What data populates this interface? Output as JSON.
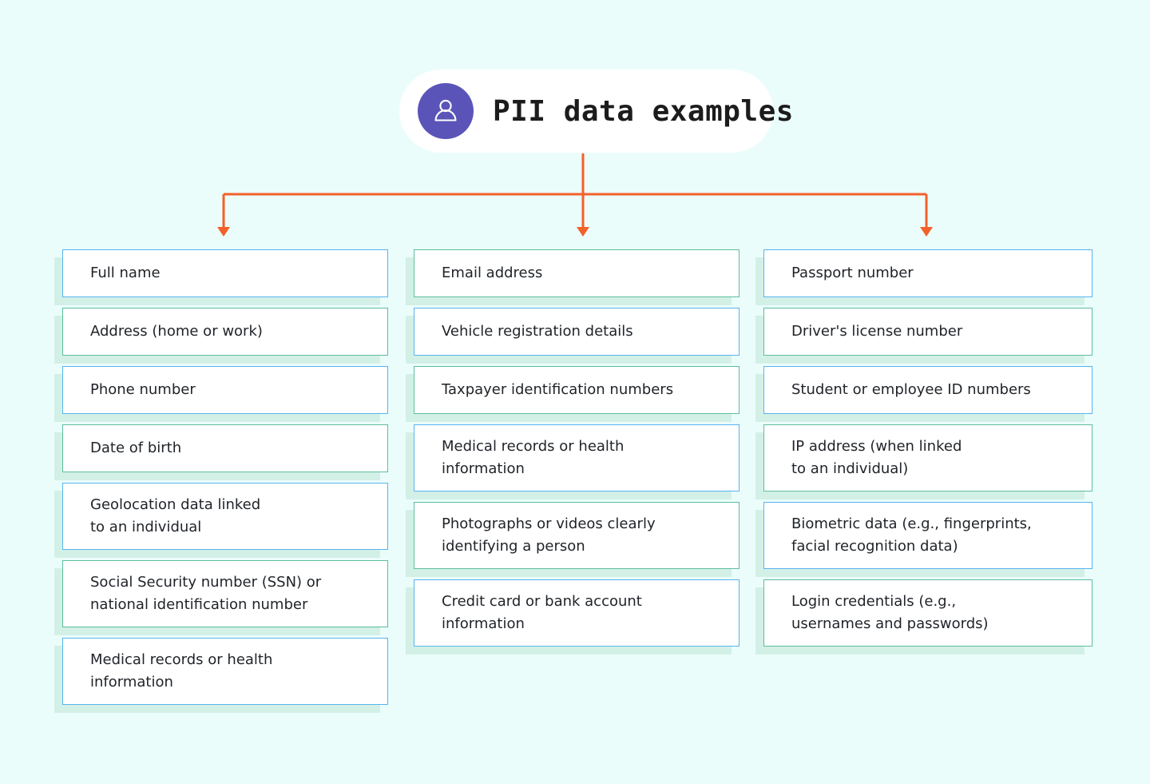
{
  "background_color": "#EBFDFB",
  "header": {
    "title": "PII data examples",
    "icon": "user-avatar-icon",
    "icon_color": "#5B54B8",
    "pill_background": "#FFFFFF",
    "title_color": "#1C1C1C"
  },
  "connectors": {
    "color": "#F4602A",
    "style": "orthogonal-tree-with-arrowheads",
    "branch_count": 3
  },
  "palette": {
    "accent_blue": "#56B4EE",
    "accent_green": "#5CBE9C",
    "card_shadow": "#D3F0E7",
    "card_background": "#FFFFFF",
    "text": "#1F2328"
  },
  "columns": [
    {
      "name": "column-1",
      "items": [
        {
          "label": "Full name",
          "accent": "blue",
          "lines": 1
        },
        {
          "label": "Address (home or work)",
          "accent": "green",
          "lines": 1
        },
        {
          "label": "Phone number",
          "accent": "blue",
          "lines": 1
        },
        {
          "label": "Date of birth",
          "accent": "green",
          "lines": 1
        },
        {
          "label": "Geolocation data linked\nto an individual",
          "accent": "blue",
          "lines": 2
        },
        {
          "label": "Social Security number (SSN) or\nnational identification number",
          "accent": "green",
          "lines": 2
        },
        {
          "label": "Medical records or health\ninformation",
          "accent": "blue",
          "lines": 2
        }
      ]
    },
    {
      "name": "column-2",
      "items": [
        {
          "label": "Email address",
          "accent": "green",
          "lines": 1
        },
        {
          "label": "Vehicle registration details",
          "accent": "blue",
          "lines": 1
        },
        {
          "label": "Taxpayer identification numbers",
          "accent": "green",
          "lines": 1
        },
        {
          "label": "Medical records or health\ninformation",
          "accent": "blue",
          "lines": 2
        },
        {
          "label": "Photographs or videos clearly\nidentifying a person",
          "accent": "green",
          "lines": 2
        },
        {
          "label": "Credit card or bank account\ninformation",
          "accent": "blue",
          "lines": 2
        }
      ]
    },
    {
      "name": "column-3",
      "items": [
        {
          "label": "Passport number",
          "accent": "blue",
          "lines": 1
        },
        {
          "label": "Driver's license number",
          "accent": "green",
          "lines": 1
        },
        {
          "label": "Student or employee ID numbers",
          "accent": "blue",
          "lines": 1
        },
        {
          "label": "IP address  (when linked\nto an individual)",
          "accent": "green",
          "lines": 2
        },
        {
          "label": "Biometric data (e.g., fingerprints,\nfacial recognition data)",
          "accent": "blue",
          "lines": 2
        },
        {
          "label": "Login credentials (e.g.,\nusernames and passwords)",
          "accent": "green",
          "lines": 2
        }
      ]
    }
  ]
}
